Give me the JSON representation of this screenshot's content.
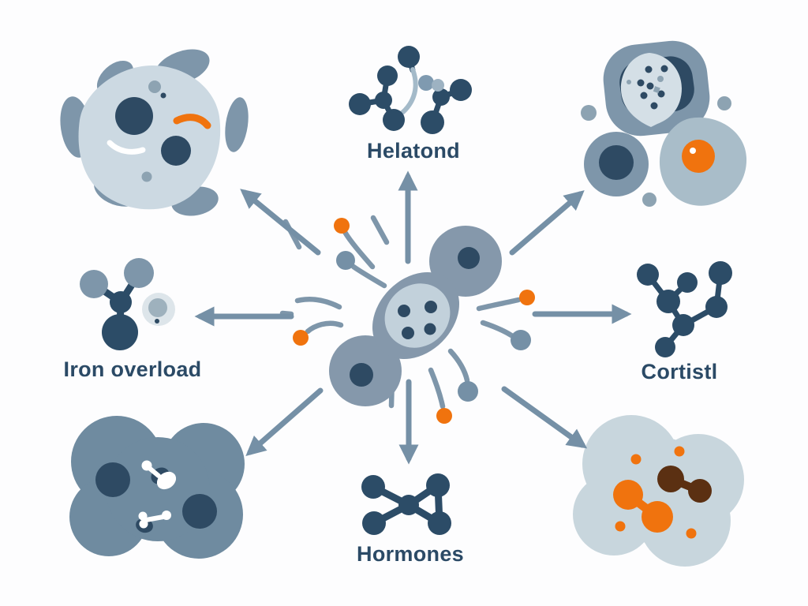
{
  "diagram": {
    "labels": {
      "melatonin": "Helatond",
      "iron_overload": "Iron overload",
      "cortisol": "Cortistl",
      "hormones": "Hormones"
    },
    "palette": {
      "background": "#fdfdfe",
      "navy": "#2c4c67",
      "navy_dark": "#2e4a63",
      "slate": "#7e96aa",
      "arrow": "#7590a6",
      "light_cell": "#ccd9e2",
      "mid_cell": "#8598ab",
      "inner_light": "#c2d1db",
      "dark_blob": "#6f8ba0",
      "pale_blob": "#c8d6dd",
      "muted_cell": "#a9bdc9",
      "gray_dot": "#8da3b2",
      "orange": "#f0730e",
      "brown": "#5b3012",
      "text": "#2b4a66"
    }
  }
}
